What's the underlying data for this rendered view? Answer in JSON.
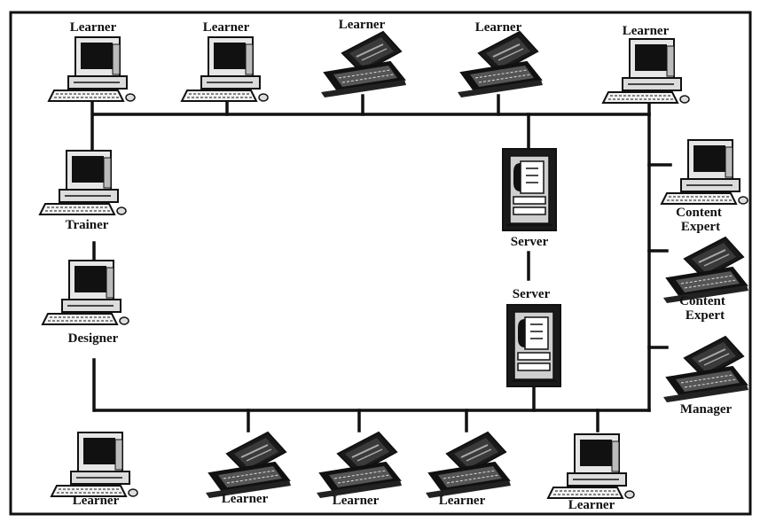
{
  "diagram": {
    "labels": {
      "learner": "Learner",
      "trainer": "Trainer",
      "designer": "Designer",
      "server": "Server",
      "content": "Content",
      "expert": "Expert",
      "manager": "Manager"
    },
    "nodes": [
      {
        "id": "learner-top-1",
        "device": "desktop",
        "caption": [
          "Learner"
        ]
      },
      {
        "id": "learner-top-2",
        "device": "desktop",
        "caption": [
          "Learner"
        ]
      },
      {
        "id": "learner-top-3",
        "device": "laptop",
        "caption": [
          "Learner"
        ]
      },
      {
        "id": "learner-top-4",
        "device": "laptop",
        "caption": [
          "Learner"
        ]
      },
      {
        "id": "learner-top-5",
        "device": "desktop",
        "caption": [
          "Learner"
        ]
      },
      {
        "id": "trainer",
        "device": "desktop",
        "caption": [
          "Trainer"
        ]
      },
      {
        "id": "designer",
        "device": "desktop",
        "caption": [
          "Designer"
        ]
      },
      {
        "id": "server-1",
        "device": "server",
        "caption": [
          "Server"
        ]
      },
      {
        "id": "server-2",
        "device": "server",
        "caption": [
          "Server"
        ]
      },
      {
        "id": "content-expert-1",
        "device": "desktop",
        "caption": [
          "Content",
          "Expert"
        ]
      },
      {
        "id": "content-expert-2",
        "device": "laptop",
        "caption": [
          "Content",
          "Expert"
        ]
      },
      {
        "id": "manager",
        "device": "laptop",
        "caption": [
          "Manager"
        ]
      },
      {
        "id": "learner-bottom-1",
        "device": "desktop",
        "caption": [
          "Learner"
        ]
      },
      {
        "id": "learner-bottom-2",
        "device": "laptop",
        "caption": [
          "Learner"
        ]
      },
      {
        "id": "learner-bottom-3",
        "device": "laptop",
        "caption": [
          "Learner"
        ]
      },
      {
        "id": "learner-bottom-4",
        "device": "laptop",
        "caption": [
          "Learner"
        ]
      },
      {
        "id": "learner-bottom-5",
        "device": "desktop",
        "caption": [
          "Learner"
        ]
      }
    ]
  }
}
